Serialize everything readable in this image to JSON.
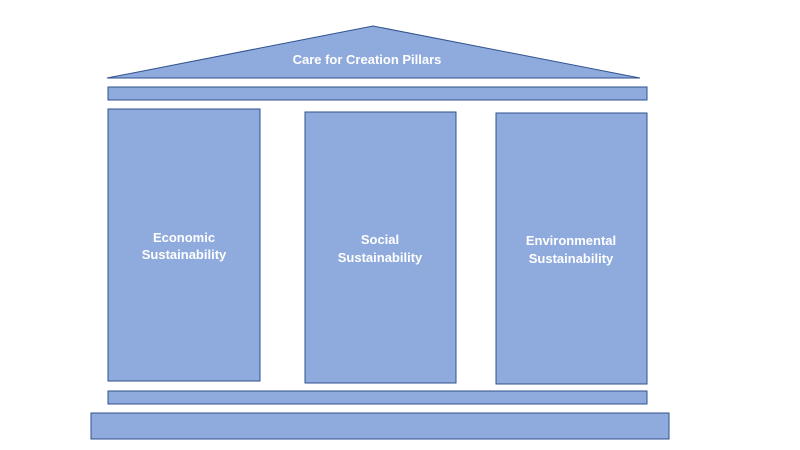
{
  "diagram": {
    "roof_label": "Care for Creation Pillars",
    "pillars": [
      {
        "line1": "Economic",
        "line2": "Sustainability"
      },
      {
        "line1": "Social",
        "line2": "Sustainability"
      },
      {
        "line1": "Environmental",
        "line2": "Sustainability"
      }
    ],
    "colors": {
      "fill": "#8faadc",
      "stroke": "#2f528f",
      "text": "#ffffff"
    }
  }
}
